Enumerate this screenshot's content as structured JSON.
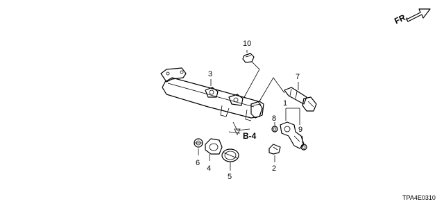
{
  "direction_label": "FR.",
  "reference_label": "B-4",
  "diagram_code": "TPA4E0310",
  "callouts": [
    "1",
    "2",
    "3",
    "4",
    "5",
    "6",
    "7",
    "8",
    "9",
    "10"
  ],
  "icon": "front-direction-arrow-icon"
}
